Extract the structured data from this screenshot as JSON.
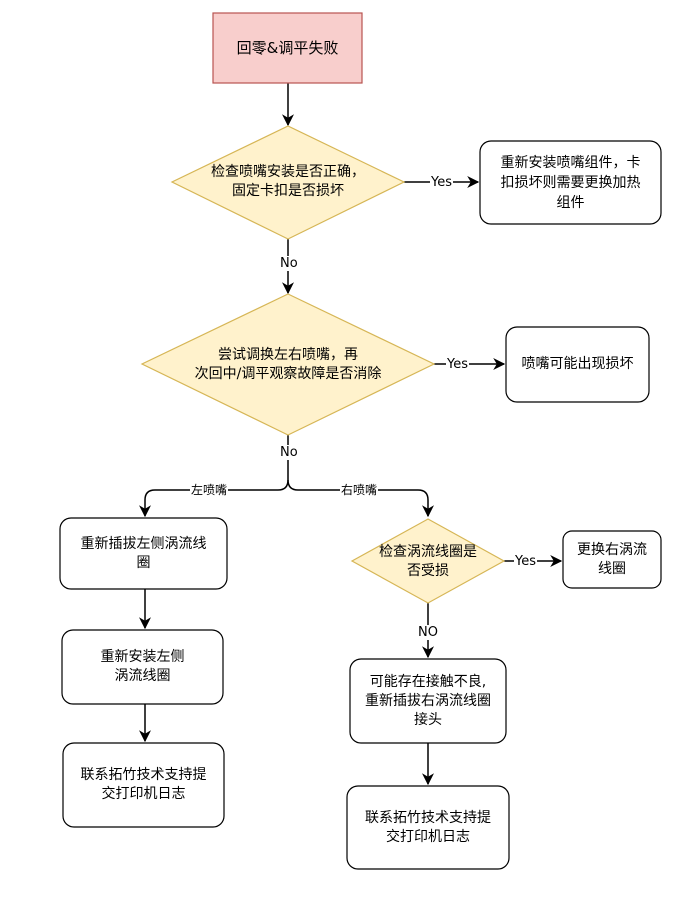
{
  "colors": {
    "start_fill": "#f8cecc",
    "start_stroke": "#b85450",
    "decision_fill": "#fff2cc",
    "decision_stroke": "#d6b656",
    "process_fill": "#ffffff",
    "process_stroke": "#000000",
    "edge": "#000000"
  },
  "nodes": {
    "start": "回零&调平失败",
    "check_nozzle": "检查喷嘴安装是否正确，\n固定卡扣是否损坏",
    "reinstall_nozzle_assembly": "重新安装喷嘴组件，卡\n扣损坏则需要更换加热\n组件",
    "swap_nozzles": "尝试调换左右喷嘴，再\n次回中/调平观察故障是否消除",
    "nozzle_damaged": "喷嘴可能出现损坏",
    "replug_left_coil": "重新插拔左侧涡流线\n圈",
    "check_coil": "检查涡流线圈是\n否受损",
    "replace_right_coil": "更换右涡流\n线圈",
    "reinstall_left_coil": "重新安装左侧\n涡流线圈",
    "poor_contact": "可能存在接触不良,\n重新插拔右涡流线圈\n接头",
    "contact_support_left": "联系拓竹技术支持提\n交打印机日志",
    "contact_support_right": "联系拓竹技术支持提\n交打印机日志"
  },
  "edge_labels": {
    "yes_1": "Yes",
    "no_1": "No",
    "yes_2": "Yes",
    "no_2": "No",
    "left_nozzle": "左喷嘴",
    "right_nozzle": "右喷嘴",
    "yes_3": "Yes",
    "no_3": "NO"
  }
}
